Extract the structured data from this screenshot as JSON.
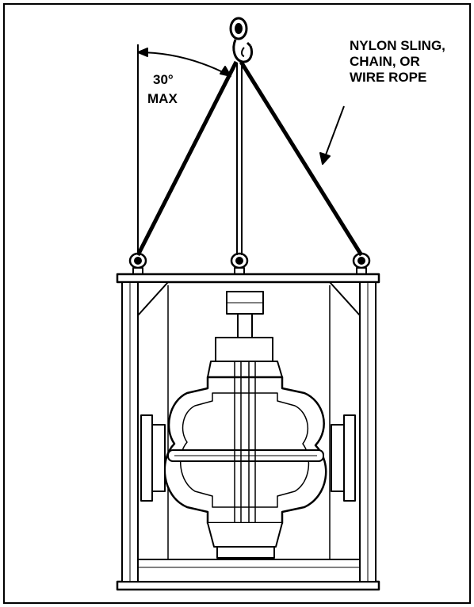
{
  "annotations": {
    "angle": {
      "value": "30°",
      "qualifier": "MAX"
    },
    "sling": {
      "lines": [
        "NYLON SLING,",
        "CHAIN, OR",
        "WIRE ROPE"
      ]
    }
  },
  "colors": {
    "line": "#000000",
    "background": "#ffffff"
  }
}
